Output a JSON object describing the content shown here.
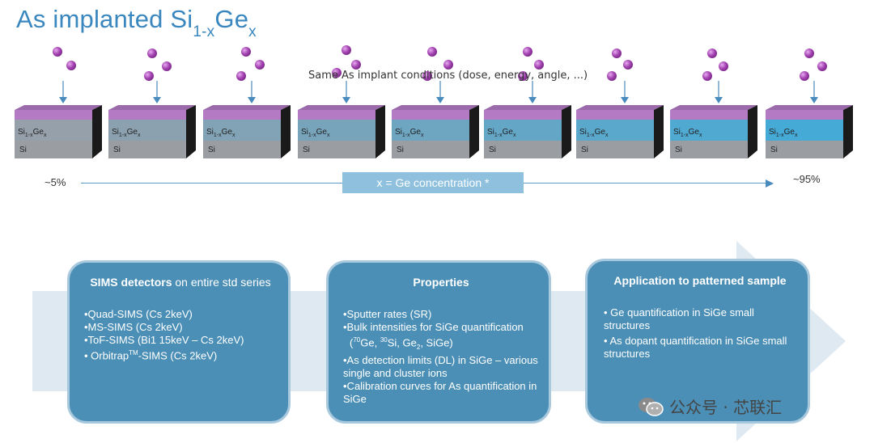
{
  "title": {
    "main": "As implanted Si",
    "sub1": "1-x",
    "mid": "Ge",
    "sub2": "x"
  },
  "implant_note": "Same As implant conditions (dose, energy, angle, ...)",
  "wafer_labels": {
    "top_main": "Si",
    "top_sub1": "1-x",
    "top_mid": "Ge",
    "top_sub2": "x",
    "bottom": "Si"
  },
  "percent_left": "~5%",
  "percent_right": "~95%",
  "concentration_label": "x = Ge concentration *",
  "colors": {
    "title": "#3a87bf",
    "card": "#4b8fb6",
    "implant_atom": "#a241b0",
    "sige_layer_top": "#b070c0",
    "arrow_band": "#dfe9f2"
  },
  "cards": {
    "sims": {
      "head_bold": "SIMS detectors",
      "head_rest": " on entire std series",
      "items": [
        "•Quad-SIMS (Cs 2keV)",
        "•MS-SIMS (Cs 2keV)",
        "•ToF-SIMS (Bi1 15keV – Cs 2keV)",
        "• Orbitrap",
        "TM",
        "-SIMS (Cs 2keV)"
      ]
    },
    "properties": {
      "head": "Properties",
      "items": [
        "•Sputter rates (SR)",
        "•Bulk intensities for SiGe quantification",
        "(",
        "70",
        "Ge, ",
        "30",
        "Si, Ge",
        "2",
        ", SiGe)",
        "•As detection limits (DL) in SiGe – various single and cluster ions",
        "•Calibration curves for As quantification in SiGe"
      ]
    },
    "application": {
      "head": "Application to patterned sample",
      "items": [
        "• Ge quantification in SiGe small structures",
        "• As dopant quantification in SiGe small structures"
      ]
    }
  },
  "watermark": "公众号 · 芯联汇"
}
